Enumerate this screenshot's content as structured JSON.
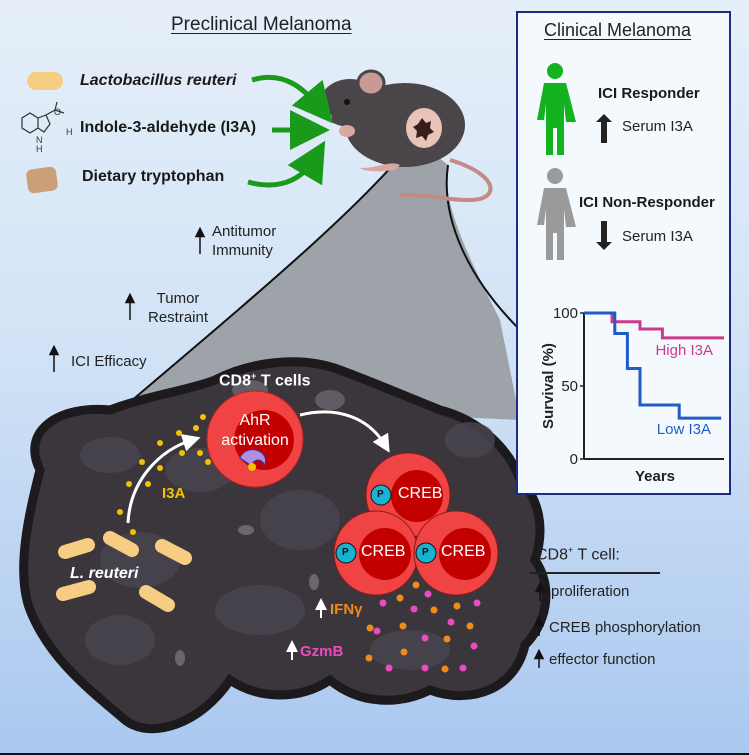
{
  "preclinical": {
    "title": "Preclinical Melanoma",
    "sources": [
      {
        "label": "Lactobacillus reuteri",
        "icon": "bacterium-icon",
        "italic": true
      },
      {
        "label": "Indole-3-aldehyde (I3A)",
        "icon": "indole-structure-icon",
        "italic": false
      },
      {
        "label": "Dietary tryptophan",
        "icon": "pill-icon",
        "italic": false
      }
    ],
    "structure_labels": {
      "oxygen": "O",
      "hydrogen": "H",
      "nh": "N",
      "nh_h": "H"
    },
    "effects": [
      {
        "line1": "Antitumor",
        "line2": "Immunity"
      },
      {
        "line1": "Tumor",
        "line2": "Restraint"
      },
      {
        "line1": "ICI Efficacy",
        "line2": ""
      }
    ]
  },
  "tumor": {
    "cd8_label": "CD8",
    "cd8_sup": "+",
    "cd8_rest": " T cells",
    "ahr_line1": "AhR",
    "ahr_line2": "activation",
    "i3a_label": "I3A",
    "bacteria_label": "L. reuteri",
    "creb_cells": [
      "CREB",
      "CREB",
      "CREB"
    ],
    "phospho_label": "P",
    "ifng_label": "IFNγ",
    "gzmb_label": "GzmB"
  },
  "clinical": {
    "title": "Clinical Melanoma",
    "responder": {
      "label": "ICI Responder",
      "direction": "up",
      "marker": "Serum I3A",
      "color": "#13b21f"
    },
    "nonresponder": {
      "label": "ICI Non-Responder",
      "direction": "down",
      "marker": "Serum I3A",
      "color": "#9a9a9a"
    }
  },
  "summary": {
    "title": "CD8",
    "title_sup": "+",
    "title_rest": " T cell:",
    "items": [
      "proliferation",
      "CREB phosphorylation",
      "effector function"
    ]
  },
  "colors": {
    "green_arrow": "#1a9a1a",
    "tumor": "#3a363b",
    "cell_red": "#f04444",
    "nucleus": "#c20000",
    "phospho": "#16b3d2",
    "i3a_dot": "#f2c200",
    "ifng": "#ef8a1c",
    "gzmb": "#ea4cc0",
    "high_i3a": "#cc3a8f",
    "low_i3a": "#1f5cc4",
    "box_border": "#1d2a86"
  },
  "chart_data": {
    "type": "line",
    "title": "",
    "xlabel": "Years",
    "ylabel": "Survival (%)",
    "ylim": [
      0,
      100
    ],
    "yticks": [
      0,
      50,
      100
    ],
    "xlim": [
      0,
      10
    ],
    "grid": false,
    "legend": "inline-labels",
    "series": [
      {
        "name": "High I3A",
        "step": true,
        "x": [
          0,
          2.0,
          2.0,
          4.0,
          4.0,
          5.6,
          5.6,
          10
        ],
        "y": [
          100,
          100,
          94,
          94,
          89,
          89,
          83,
          83
        ]
      },
      {
        "name": "Low I3A",
        "step": true,
        "x": [
          0,
          2.2,
          2.2,
          3.1,
          3.1,
          4.0,
          4.0,
          6.8,
          6.8,
          9.8
        ],
        "y": [
          100,
          100,
          86,
          86,
          62,
          62,
          37,
          37,
          28,
          28
        ]
      }
    ]
  }
}
